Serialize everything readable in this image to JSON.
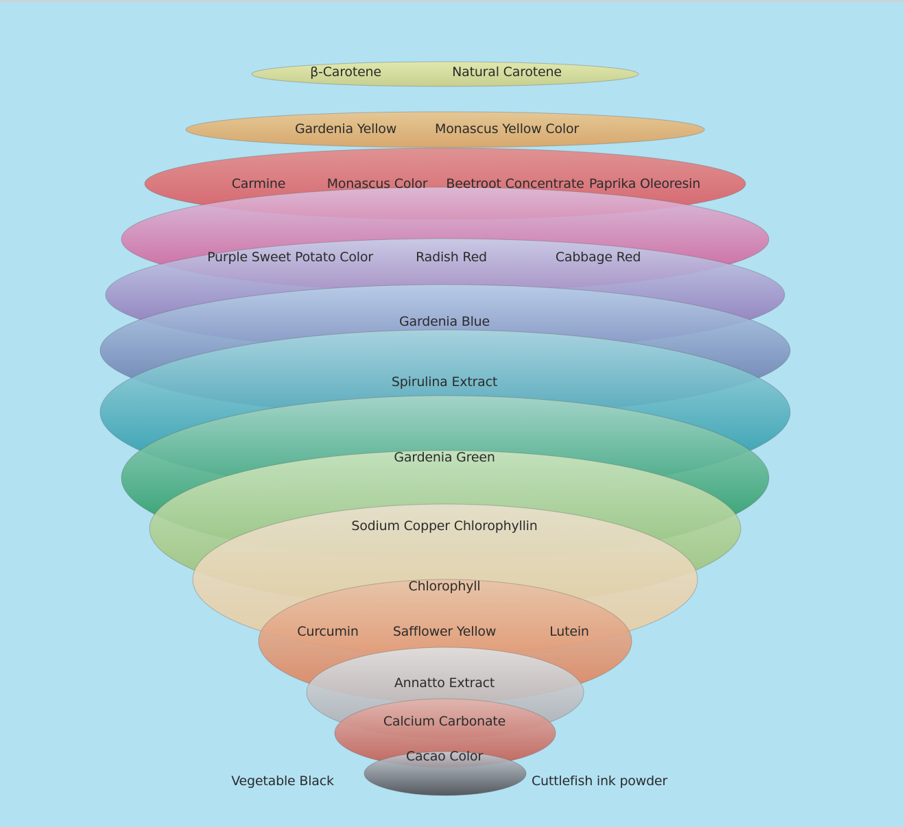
{
  "colors": {
    "background": "#b2e1f2",
    "text": "#2b2b2b"
  },
  "layers": [
    {
      "id": "beta-carotene-layer",
      "colors": [
        "#e6e8a6",
        "#c9ce84"
      ],
      "labels": [
        "β-Carotene",
        "Natural Carotene"
      ]
    },
    {
      "id": "gardenia-yellow-layer",
      "colors": [
        "#eac48a",
        "#dba260"
      ],
      "labels": [
        "Gardenia Yellow",
        "Monascus Yellow Color"
      ]
    },
    {
      "id": "carmine-layer",
      "colors": [
        "#e48a88",
        "#d8555d"
      ],
      "labels": [
        "Carmine",
        "Monascus Color",
        "Beetroot Concentrate",
        "Paprika Oleoresin"
      ]
    },
    {
      "id": "purple-sweet-potato-layer",
      "colors": [
        "#dcbedc",
        "#cf4d8c"
      ],
      "labels": [
        "Purple Sweet Potato Color",
        "Radish Red",
        "Cabbage Red"
      ]
    },
    {
      "id": "gardenia-blue-layer",
      "colors": [
        "#c8cfe9",
        "#7f61ac"
      ],
      "labels": [
        "Gardenia Blue"
      ]
    },
    {
      "id": "spirulina-layer",
      "colors": [
        "#b9d0ea",
        "#55699f"
      ],
      "labels": [
        "Spirulina Extract"
      ]
    },
    {
      "id": "gardenia-green-layer",
      "colors": [
        "#aad7e0",
        "#0f8ea0"
      ],
      "labels": [
        "Gardenia Green"
      ]
    },
    {
      "id": "sodium-copper-layer",
      "colors": [
        "#a9d7c8",
        "#068c4d"
      ],
      "labels": [
        "Sodium Copper Chlorophyllin"
      ]
    },
    {
      "id": "chlorophyll-layer",
      "colors": [
        "#cce5c0",
        "#94bc6c"
      ],
      "labels": [
        "Chlorophyll"
      ]
    },
    {
      "id": "curcumin-layer",
      "colors": [
        "#e9e0cd",
        "#e8cb9e"
      ],
      "labels": [
        "Curcumin",
        "Safflower Yellow",
        "Lutein"
      ]
    },
    {
      "id": "annatto-layer",
      "colors": [
        "#e8c3a8",
        "#dc7d55"
      ],
      "labels": [
        "Annatto Extract"
      ]
    },
    {
      "id": "calcium-carbonate-layer",
      "colors": [
        "#dfe2e4",
        "#a8a9ad"
      ],
      "labels": [
        "Calcium Carbonate"
      ]
    },
    {
      "id": "cacao-layer",
      "colors": [
        "#e3b5ad",
        "#c1584d"
      ],
      "labels": [
        "Cacao Color"
      ]
    },
    {
      "id": "vegetable-black-layer",
      "colors": [
        "#c7ccd4",
        "#4a4a4f"
      ],
      "labels": []
    }
  ],
  "side_labels": {
    "left": "Vegetable Black",
    "right": "Cuttlefish ink powder"
  }
}
